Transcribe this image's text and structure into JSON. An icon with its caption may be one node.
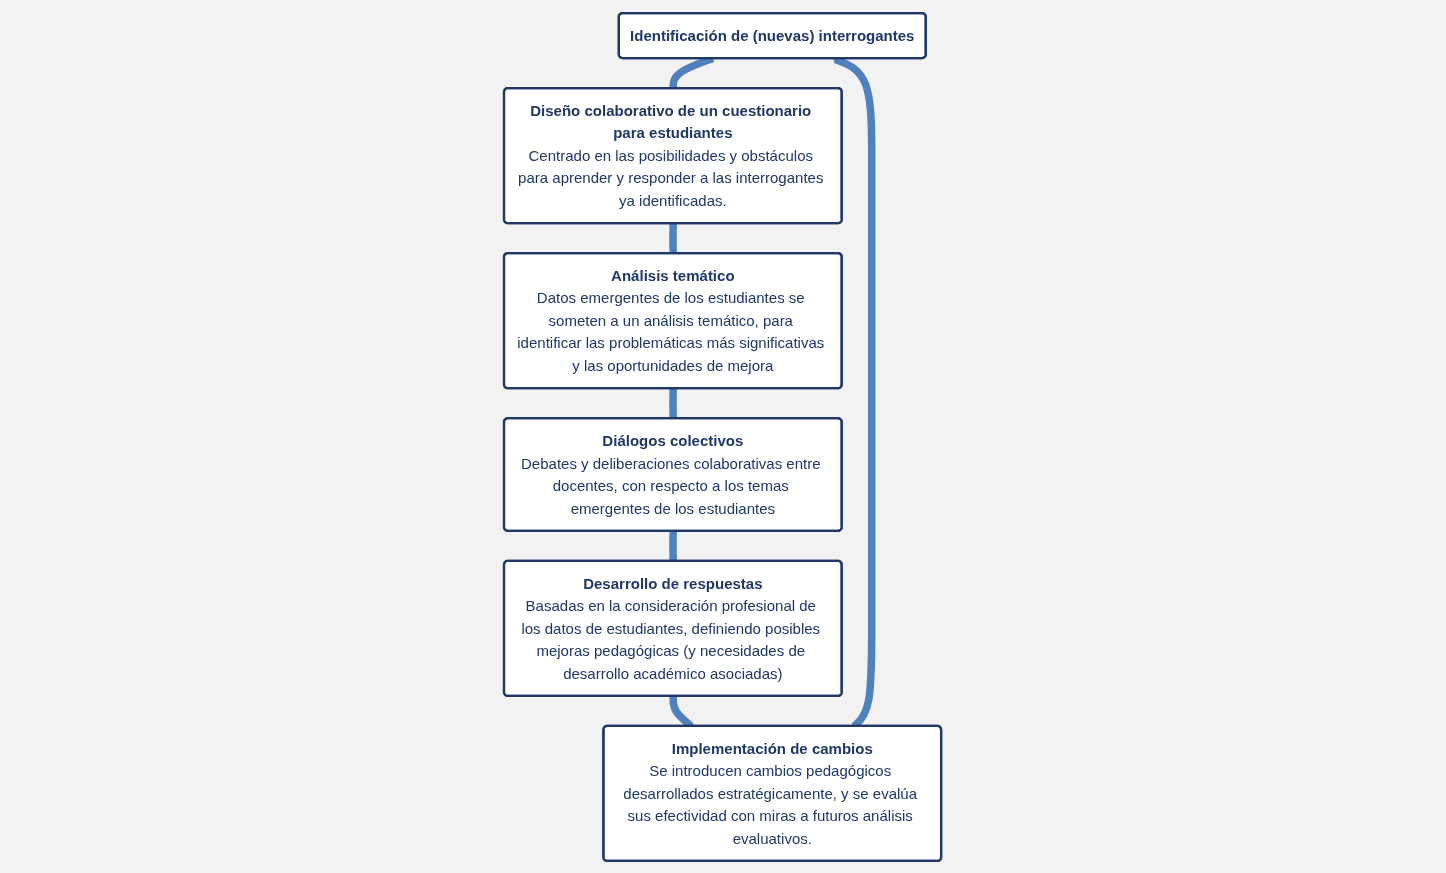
{
  "diagram": {
    "nodes": [
      {
        "text": [
          "Identificación de (nuevas) interrogantes"
        ]
      },
      {
        "text": [
          "Diseño colaborativo de un cuestionario para estudiantes",
          "Centrado en las posibilidades y obstáculos para aprender y responder a las interrogantes ya identificadas."
        ]
      },
      {
        "text": [
          "Análisis temático",
          "Datos emergentes de los estudiantes se someten a un análisis temático, para identificar las problemáticas más significativas y las oportunidades de mejora"
        ]
      },
      {
        "text": [
          "Diálogos colectivos",
          "Debates y deliberaciones colaborativas entre docentes, con respecto a los temas emergentes de los estudiantes"
        ]
      },
      {
        "text": [
          "Desarrollo de respuestas",
          "Basadas en la consideración profesional de los datos de estudiantes, definiendo posibles mejoras pedagógicas (y necesidades de desarrollo académico asociadas)"
        ]
      },
      {
        "text": [
          "Implementación de cambios",
          "Se introducen cambios pedagógicos desarrollados estratégicamente, y se evalúa sus efectividad con miras a futuros análisis evaluativos."
        ]
      }
    ],
    "edges": [
      {
        "from": 0,
        "to": 1,
        "arrow": "none"
      },
      {
        "from": 1,
        "to": 2,
        "arrow": "none"
      },
      {
        "from": 2,
        "to": 3,
        "arrow": "none"
      },
      {
        "from": 3,
        "to": 4,
        "arrow": "none"
      },
      {
        "from": 4,
        "to": 5,
        "arrow": "none"
      },
      {
        "from": 5,
        "to": 0,
        "arrow": "to"
      }
    ]
  }
}
